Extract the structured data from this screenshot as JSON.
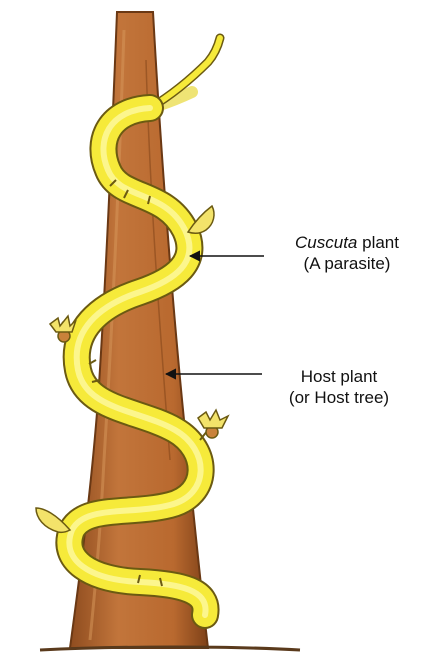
{
  "labels": {
    "parasite": {
      "name_italic": "Cuscuta",
      "name_rest": " plant",
      "detail": "(A parasite)"
    },
    "host": {
      "line1": "Host plant",
      "line2": "(or Host tree)"
    }
  },
  "colors": {
    "trunk": "#b8672f",
    "trunk_dark": "#8a4a1e",
    "trunk_highlight": "#d18a4f",
    "vine": "#f6ea3a",
    "vine_outline": "#6b5a12",
    "flower": "#f3e36a",
    "flower_base": "#c9823a",
    "pointer": "#111111"
  }
}
